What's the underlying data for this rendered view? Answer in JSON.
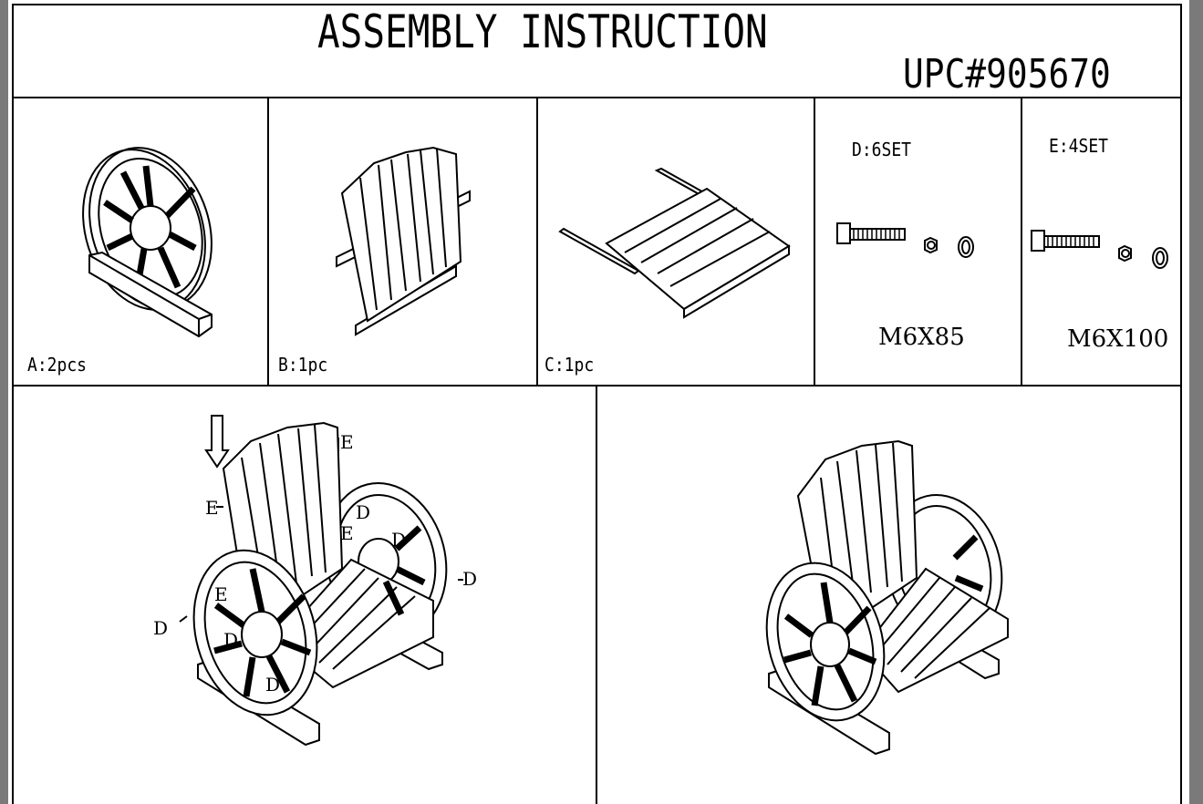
{
  "header": {
    "title": "ASSEMBLY INSTRUCTION",
    "upc": "UPC#905670"
  },
  "parts": [
    {
      "label": "A:2pcs",
      "name": "wheel-side-frame"
    },
    {
      "label": "B:1pc",
      "name": "backrest"
    },
    {
      "label": "C:1pc",
      "name": "seat"
    },
    {
      "label": "D:6SET",
      "size": "M6X85",
      "name": "bolt-set-d"
    },
    {
      "label": "E:4SET",
      "size": "M6X100",
      "name": "bolt-set-e"
    }
  ],
  "assembly": {
    "callouts": {
      "e": "E",
      "d": "D"
    }
  }
}
